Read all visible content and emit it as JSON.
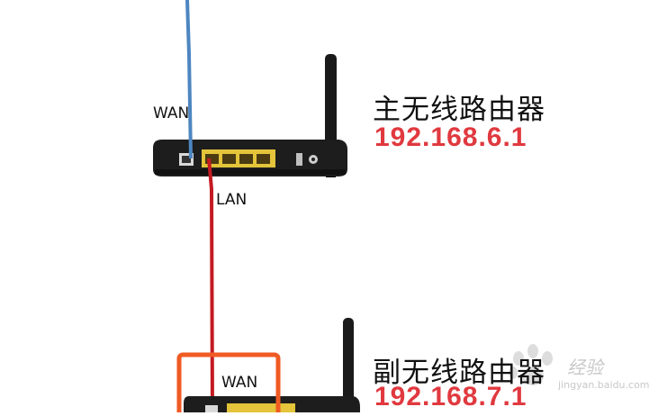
{
  "main_router": {
    "name": "主无线路由器",
    "ip": "192.168.6.1",
    "wan_label": "WAN",
    "lan_label": "LAN"
  },
  "sub_router": {
    "name": "副无线路由器",
    "ip": "192.168.7.1",
    "wan_label": "WAN"
  },
  "watermark": {
    "brand": "经验",
    "url": "jingyan.baidu.com"
  },
  "colors": {
    "wan_cable": "#4d86c0",
    "lan_cable": "#c41a22",
    "ip_text": "#e0393f",
    "highlight_box": "#f05a23",
    "router_body": "#1d1d1d",
    "lan_port": "#e3c43a"
  }
}
